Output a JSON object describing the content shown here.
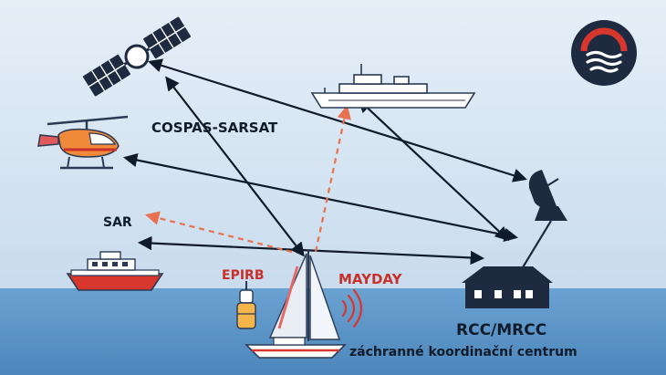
{
  "labels": {
    "satellite_system": "COSPAS-SARSAT",
    "sar": "SAR",
    "beacon": "EPIRB",
    "distress_call": "MAYDAY",
    "rescue_centre": "RCC/MRCC",
    "rescue_centre_desc": "záchranné koordinační centrum"
  },
  "colors": {
    "sky": "#d8e6f2",
    "sea": "#5d97c9",
    "navy": "#1d2a40",
    "red": "#d8372d",
    "dashed_arrow": "#e8714f"
  },
  "icons": [
    "satellite-icon",
    "navy-ship-icon",
    "helicopter-icon",
    "rescue-boat-icon",
    "sailboat-icon",
    "epirb-beacon-icon",
    "radio-waves-icon",
    "ground-station-dish-icon",
    "building-icon",
    "logo-icon"
  ]
}
